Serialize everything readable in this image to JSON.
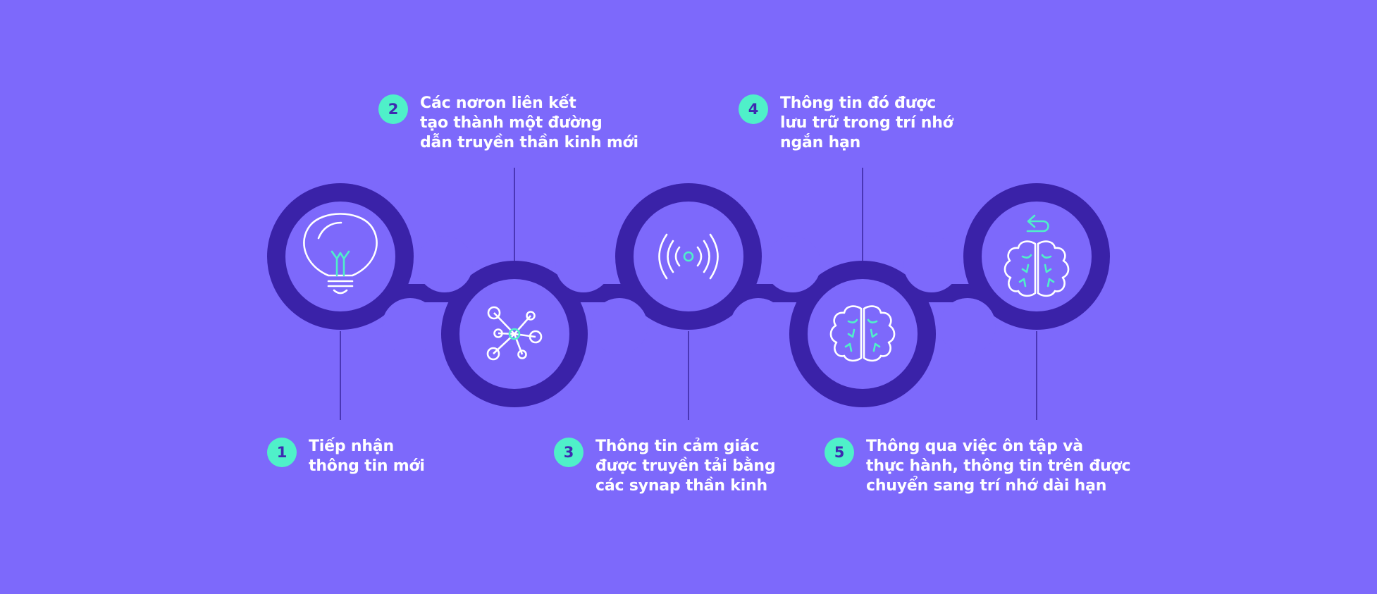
{
  "colors": {
    "background": "#7d69fb",
    "track": "#3a22a8",
    "accent": "#4ff0c9",
    "icon": "#ffffff",
    "connector": "#4a36b5"
  },
  "steps": [
    {
      "number": "1",
      "lines": [
        "Tiếp nhận",
        "thông tin mới"
      ],
      "icon": "lightbulb-icon"
    },
    {
      "number": "2",
      "lines": [
        "Các nơron liên kết",
        "tạo thành một đường",
        "dẫn truyền thần kinh mới"
      ],
      "icon": "network-icon"
    },
    {
      "number": "3",
      "lines": [
        "Thông tin cảm giác",
        "được truyền tải bằng",
        "các synap thần kinh"
      ],
      "icon": "signal-icon"
    },
    {
      "number": "4",
      "lines": [
        "Thông tin đó được",
        "lưu trữ trong trí nhớ",
        "ngắn hạn"
      ],
      "icon": "brain-icon"
    },
    {
      "number": "5",
      "lines": [
        "Thông qua việc ôn tập và",
        "thực hành, thông tin trên được",
        "chuyển sang trí nhớ dài hạn"
      ],
      "icon": "brain-refresh-icon"
    }
  ]
}
